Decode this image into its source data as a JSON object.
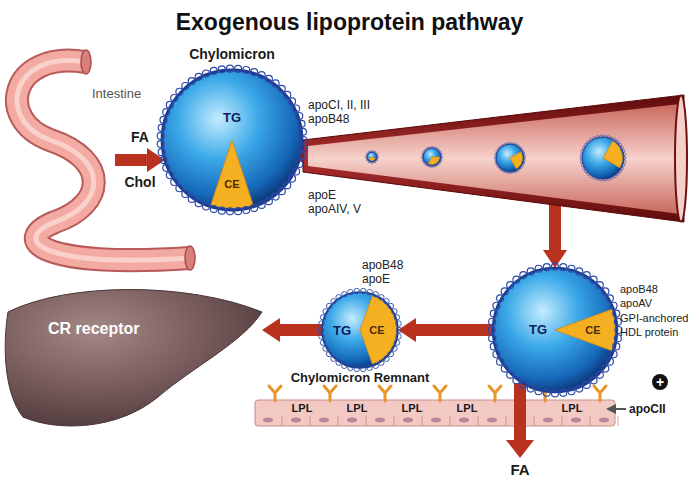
{
  "diagram": {
    "title": "Exogenous lipoprotein pathway",
    "nodes": [
      {
        "text": [
          "Intestine"
        ]
      },
      {
        "text": [
          "Chylomicron",
          "TG",
          "CE",
          "apoCI, II, III",
          "apoB48",
          "apoE",
          "apoAIV, V"
        ]
      },
      {
        "text": [
          "TG",
          "CE",
          "apoB48",
          "apoAV",
          "GPI-anchored HDL protein"
        ]
      },
      {
        "text": [
          "apoB48",
          "apoE",
          "TG",
          "CE",
          "Chylomicron Remnant"
        ]
      },
      {
        "text": [
          "CR receptor"
        ]
      }
    ],
    "edges": [
      {
        "from": 0,
        "to": 1,
        "label": "FA",
        "arrow": "to"
      },
      {
        "from": 1,
        "to": 2,
        "arrow": "to"
      },
      {
        "from": 2,
        "to": 3,
        "arrow": "to"
      },
      {
        "from": 3,
        "to": 4,
        "arrow": "to"
      }
    ],
    "labels": [
      "Chol",
      "LPL",
      "LPL",
      "LPL",
      "LPL",
      "LPL",
      "apoCII",
      "+",
      "FA"
    ]
  }
}
